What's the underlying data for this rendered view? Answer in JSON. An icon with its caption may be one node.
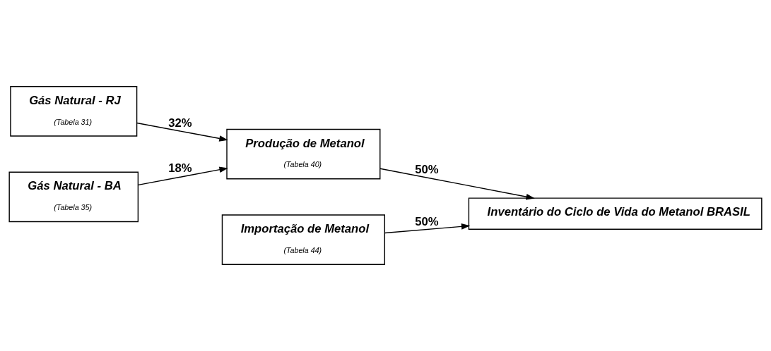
{
  "diagram": {
    "nodes": [
      {
        "text": [
          "Gás Natural - RJ",
          "(Tabela 31)"
        ]
      },
      {
        "text": [
          "Produção de Metanol",
          "(Tabela 40)"
        ]
      },
      {
        "text": [
          "Gás Natural - BA",
          "(Tabela 35)"
        ]
      },
      {
        "text": [
          "Inventário do Ciclo de Vida do Metanol BRASIL"
        ]
      },
      {
        "text": [
          "Importação de Metanol",
          "(Tabela 44)"
        ]
      }
    ],
    "edges": [
      {
        "from": 0,
        "to": 1,
        "arrow": "to",
        "label": "32%"
      },
      {
        "from": 2,
        "to": 1,
        "arrow": "to",
        "label": "18%"
      },
      {
        "from": 1,
        "to": 3,
        "arrow": "to",
        "label": "50%"
      },
      {
        "from": 4,
        "to": 3,
        "arrow": "to",
        "label": "50%"
      }
    ]
  }
}
